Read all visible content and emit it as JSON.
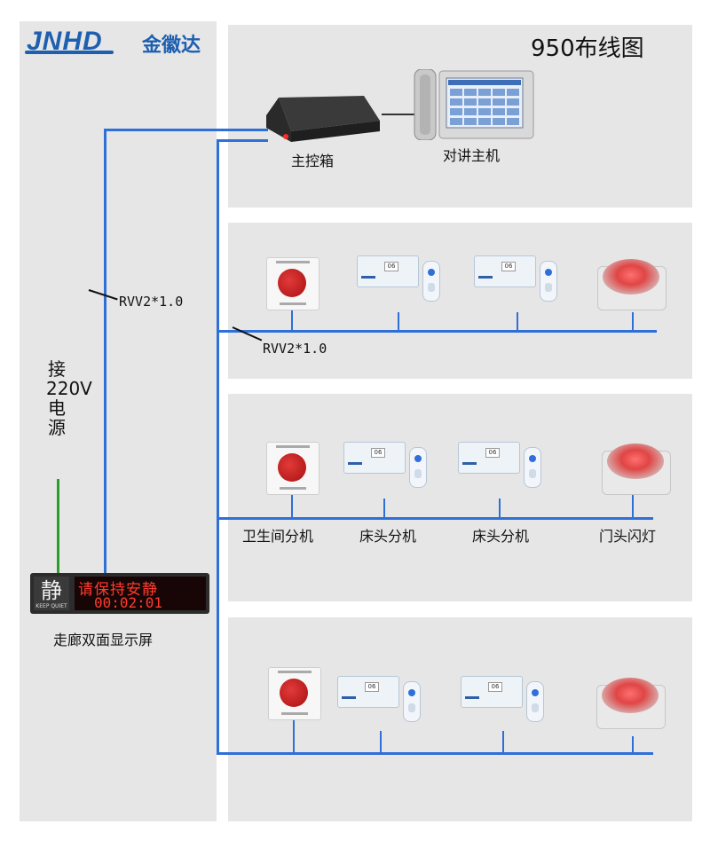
{
  "brand": {
    "logo_text": "JNHD",
    "logo_cn": "金徽达"
  },
  "title": "950布线图",
  "labels": {
    "main_box": "主控箱",
    "intercom_host": "对讲主机",
    "cable_1": "RVV2*1.0",
    "cable_2": "RVV2*1.0",
    "power": "接220V电源",
    "display": "走廊双面显示屏",
    "bathroom_unit": "卫生间分机",
    "bed_unit_1": "床头分机",
    "bed_unit_2": "床头分机",
    "door_lamp": "门头闪灯"
  },
  "devices": {
    "bed_screen_text": "06"
  },
  "led_display": {
    "left_char": "静",
    "left_sub": "KEEP QUIET",
    "line1": "请保持安静",
    "line2": "00:02:01"
  },
  "colors": {
    "wire": "#2f6fd8",
    "power_wire": "#2aa02a",
    "brand": "#1d5fb0",
    "led": "#ff3b2e"
  }
}
